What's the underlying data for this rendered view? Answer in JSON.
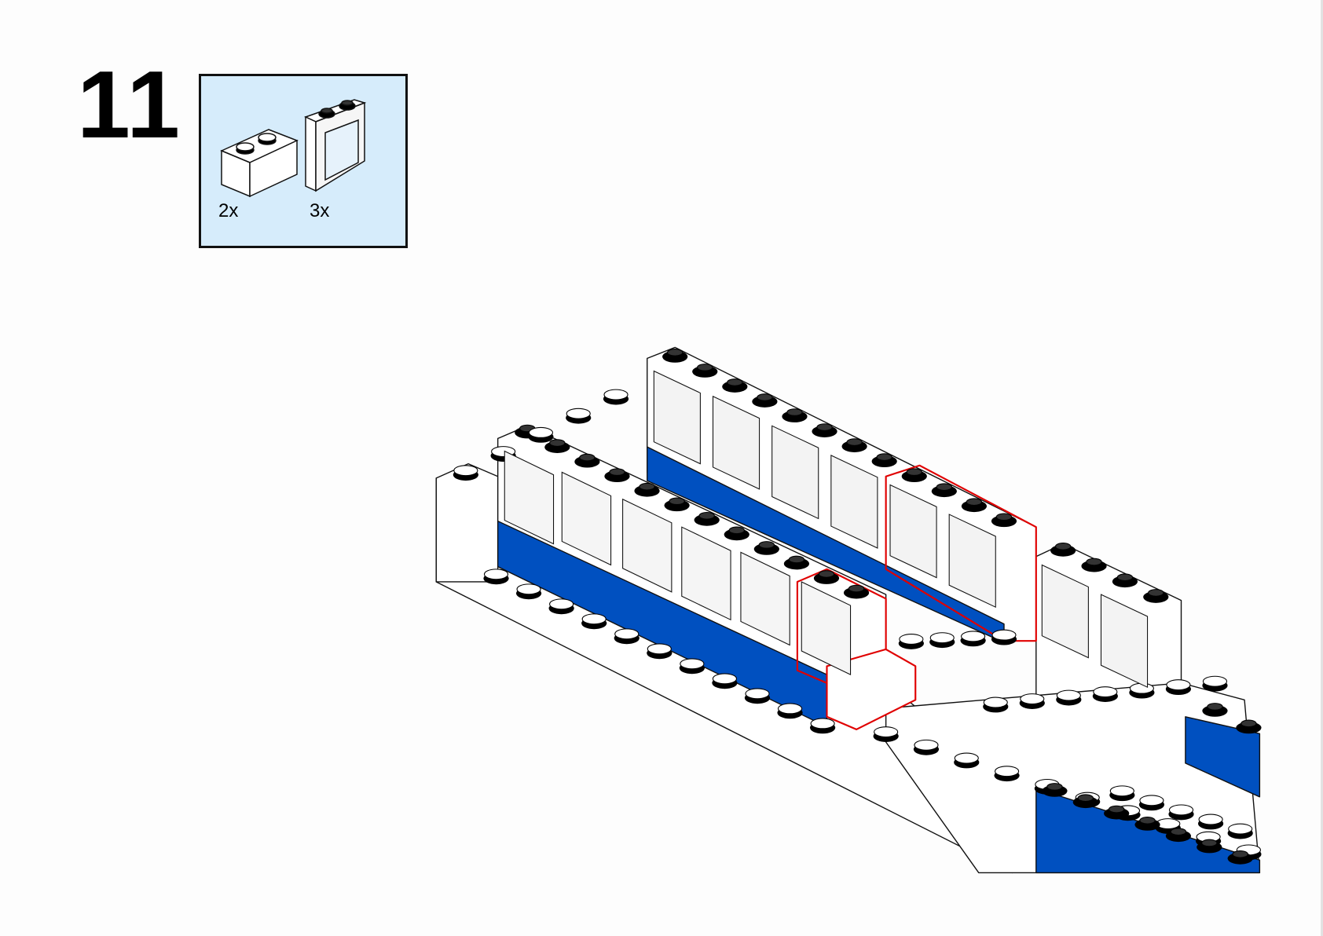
{
  "step": {
    "number": "11"
  },
  "parts_list": {
    "items": [
      {
        "name": "brick-1x2-white",
        "quantity": "2x"
      },
      {
        "name": "window-1x2x2-white",
        "quantity": "3x"
      }
    ]
  },
  "colors": {
    "blue": "#0050c0",
    "highlight": "#e00000",
    "parts_bg": "#d6ecfb"
  }
}
